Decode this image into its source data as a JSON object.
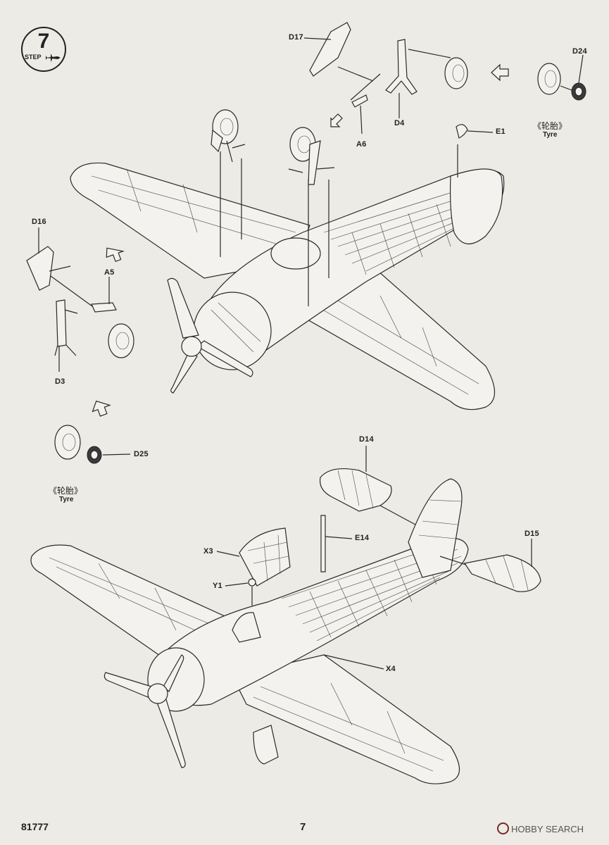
{
  "step": {
    "number": "7",
    "word": "STEP"
  },
  "labels": {
    "D17": "D17",
    "D24": "D24",
    "D4": "D4",
    "A6": "A6",
    "E1": "E1",
    "D16": "D16",
    "A5": "A5",
    "D3": "D3",
    "D25": "D25",
    "D14": "D14",
    "E14": "E14",
    "X3": "X3",
    "Y1": "Y1",
    "D15": "D15",
    "X4": "X4"
  },
  "tyre_notes": [
    {
      "cn": "《轮胎》",
      "en": "Tyre"
    },
    {
      "cn": "《轮胎》",
      "en": "Tyre"
    }
  ],
  "footer": {
    "kit_code": "81777",
    "page_number": "7"
  },
  "watermark": {
    "text": "HOBBY SEARCH"
  }
}
